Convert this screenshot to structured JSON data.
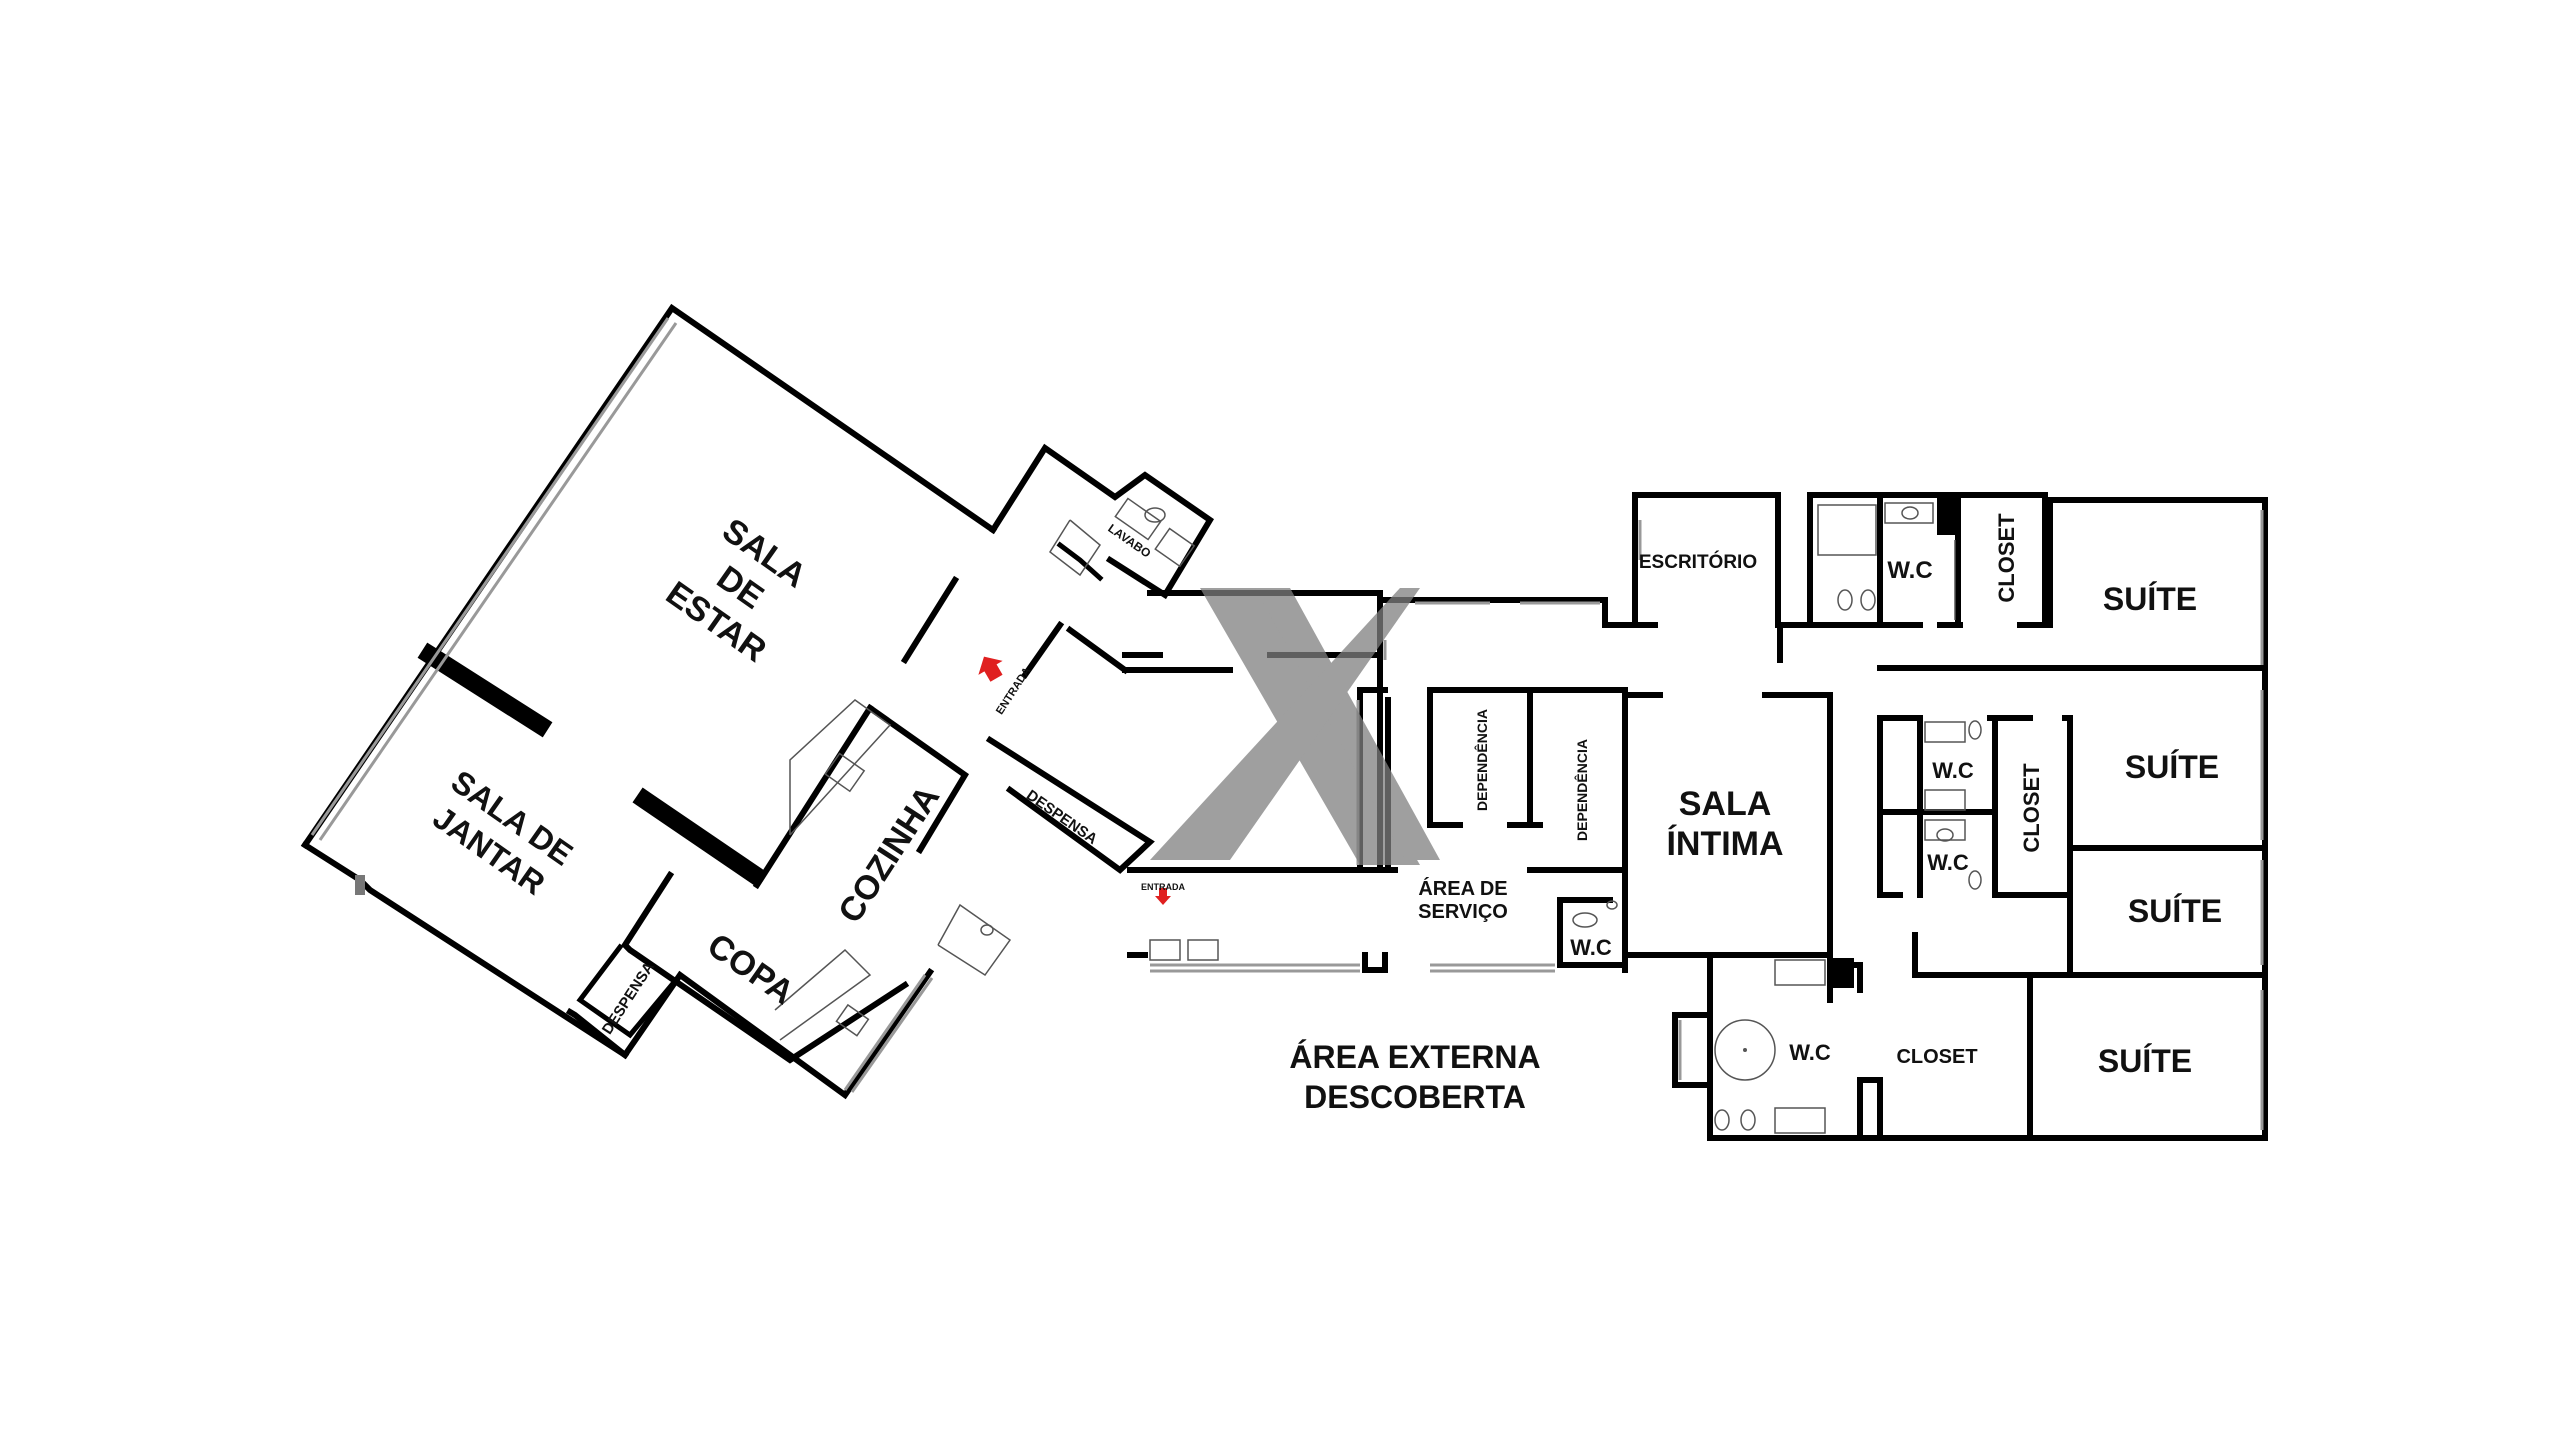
{
  "rooms": {
    "sala_de_estar": [
      "SALA",
      "DE",
      "ESTAR"
    ],
    "sala_de_jantar": [
      "SALA DE",
      "JANTAR"
    ],
    "cozinha": "COZINHA",
    "copa": "COPA",
    "despensa_copa": "DESPENSA",
    "despensa_cozinha": "DESPENSA",
    "lavabo": "LAVABO",
    "entrada_social": "ENTRADA",
    "entrada_servico": "ENTRADA",
    "dependencia_1": "DEPENDÊNCIA",
    "dependencia_2": "DEPENDÊNCIA",
    "area_de_servico": [
      "ÁREA DE",
      "SERVIÇO"
    ],
    "wc_servico": "W.C",
    "escritorio": "ESCRITÓRIO",
    "sala_intima": [
      "SALA",
      "ÍNTIMA"
    ],
    "wc_1": "W.C",
    "closet_1": "CLOSET",
    "suite_1": "SUÍTE",
    "wc_2": "W.C",
    "wc_3": "W.C",
    "closet_2": "CLOSET",
    "suite_2": "SUÍTE",
    "suite_3": "SUÍTE",
    "wc_master": "W.C",
    "closet_master": "CLOSET",
    "suite_4": "SUÍTE",
    "area_externa": [
      "ÁREA EXTERNA",
      "DESCOBERTA"
    ]
  },
  "colors": {
    "walls": "#000000",
    "windows": "#9a9a9a",
    "entrance_arrow": "#e02020",
    "watermark": "#7f7f7f"
  },
  "icons": {
    "watermark": "x-logo-watermark",
    "entrance": "red-arrow-icon"
  }
}
